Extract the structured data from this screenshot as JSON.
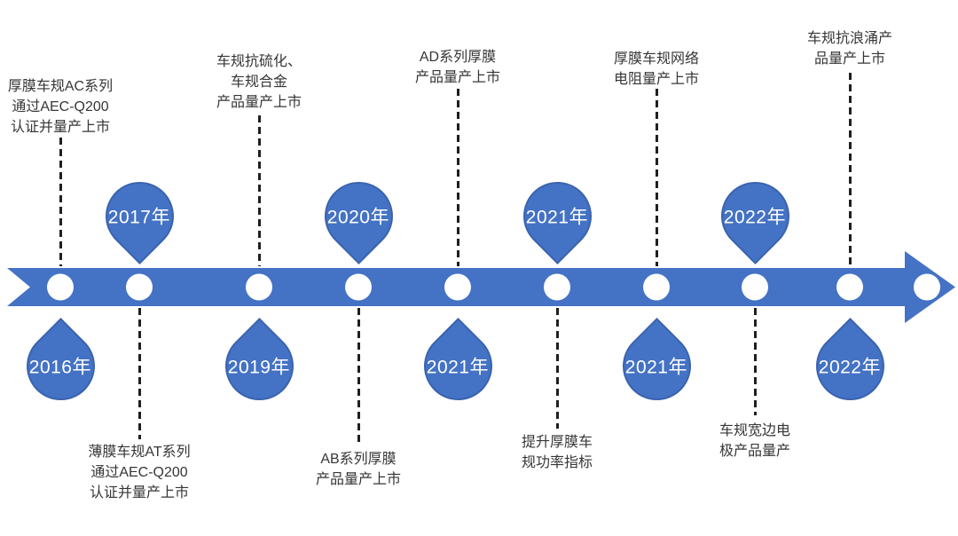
{
  "colors": {
    "arrow_blue": "#4472C4",
    "drop_border": "#3A63AE",
    "node_fill": "#FFFFFF",
    "dash_color": "#1F1F1F",
    "text_color": "#363636"
  },
  "milestones": [
    {
      "year": "2016年",
      "marker_side": "below",
      "label_side": "above",
      "label_lines": [
        "厚膜车规AC系列",
        "通过AEC-Q200",
        "认证并量产上市"
      ]
    },
    {
      "year": "2017年",
      "marker_side": "above",
      "label_side": "below",
      "label_lines": [
        "薄膜车规AT系列",
        "通过AEC-Q200",
        "认证并量产上市"
      ]
    },
    {
      "year": "2019年",
      "marker_side": "below",
      "label_side": "above",
      "label_lines": [
        "车规抗硫化、",
        "车规合金",
        "产品量产上市"
      ]
    },
    {
      "year": "2020年",
      "marker_side": "above",
      "label_side": "below",
      "label_lines": [
        "AB系列厚膜",
        "产品量产上市"
      ]
    },
    {
      "year": "2021年",
      "marker_side": "below",
      "label_side": "above",
      "label_lines": [
        "AD系列厚膜",
        "产品量产上市"
      ]
    },
    {
      "year": "2021年",
      "marker_side": "above",
      "label_side": "below",
      "label_lines": [
        "提升厚膜车",
        "规功率指标"
      ]
    },
    {
      "year": "2021年",
      "marker_side": "below",
      "label_side": "above",
      "label_lines": [
        "厚膜车规网络",
        "电阻量产上市"
      ]
    },
    {
      "year": "2022年",
      "marker_side": "above",
      "label_side": "below",
      "label_lines": [
        "车规宽边电",
        "极产品量产"
      ]
    },
    {
      "year": "2022年",
      "marker_side": "below",
      "label_side": "above",
      "label_lines": [
        "车规抗浪涌产",
        "品量产上市"
      ]
    }
  ]
}
